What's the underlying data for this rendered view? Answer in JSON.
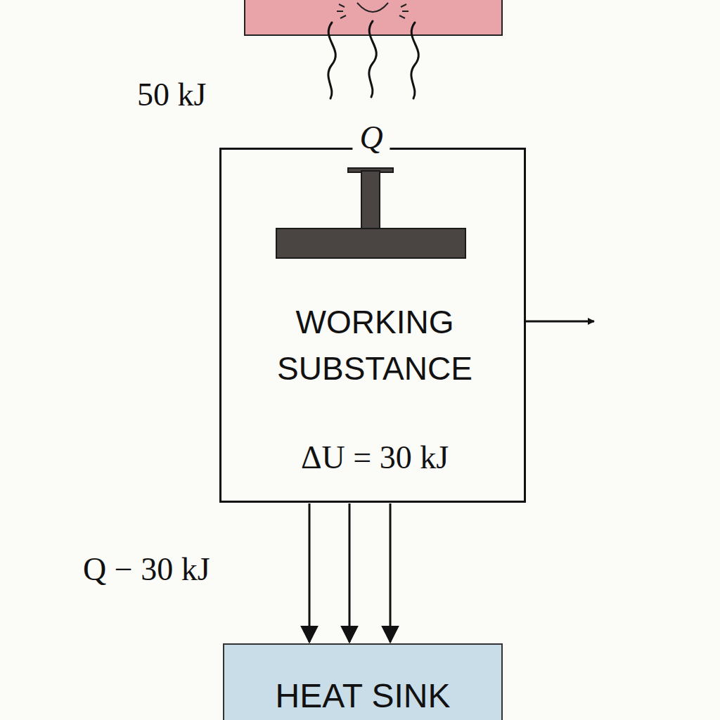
{
  "diagram": {
    "nodes": [
      {
        "text": [
          "WORKING SUBSTANCE",
          "ΔU = 30 kJ"
        ]
      },
      {
        "text": [
          "HEAT SINK"
        ]
      }
    ],
    "edges": [
      {
        "from": 0,
        "to": 1,
        "arrow": "to"
      }
    ],
    "labels": [
      "50 kJ",
      "Q",
      "Q − 30 kJ"
    ]
  }
}
